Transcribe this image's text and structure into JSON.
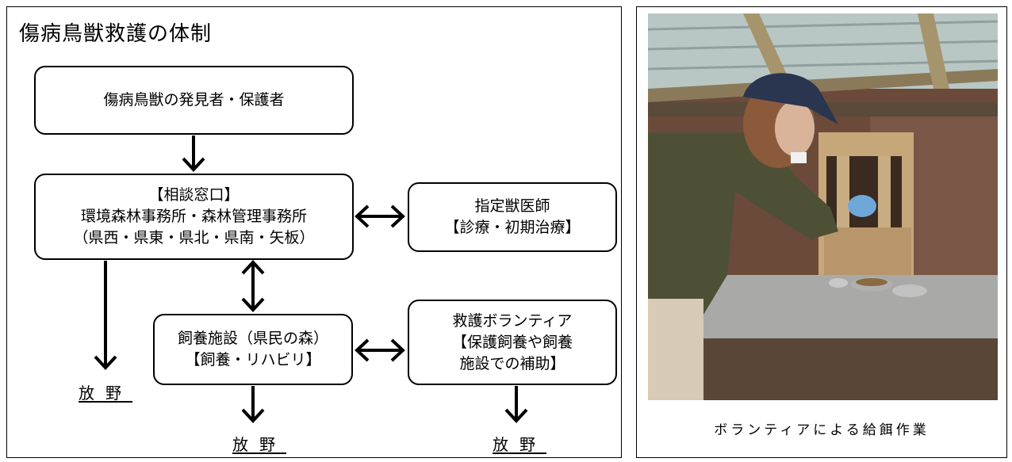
{
  "diagram": {
    "title": "傷病鳥獣救護の体制",
    "nodes": {
      "finder": {
        "lines": [
          "傷病鳥獣の発見者・保護者"
        ]
      },
      "consult": {
        "lines": [
          "【相談窓口】",
          "環境森林事務所・森林管理事務所",
          "（県西・県東・県北・県南・矢板）"
        ]
      },
      "vet": {
        "lines": [
          "指定獣医師",
          "【診療・初期治療】"
        ]
      },
      "facility": {
        "lines": [
          "飼養施設（県民の森）",
          "【飼養・リハビリ】"
        ]
      },
      "volunteer": {
        "lines": [
          "救護ボランティア",
          "【保護飼養や飼養",
          "施設での補助】"
        ]
      }
    },
    "release_label": "放野"
  },
  "photo": {
    "caption": "ボランティアによる給餌作業"
  }
}
